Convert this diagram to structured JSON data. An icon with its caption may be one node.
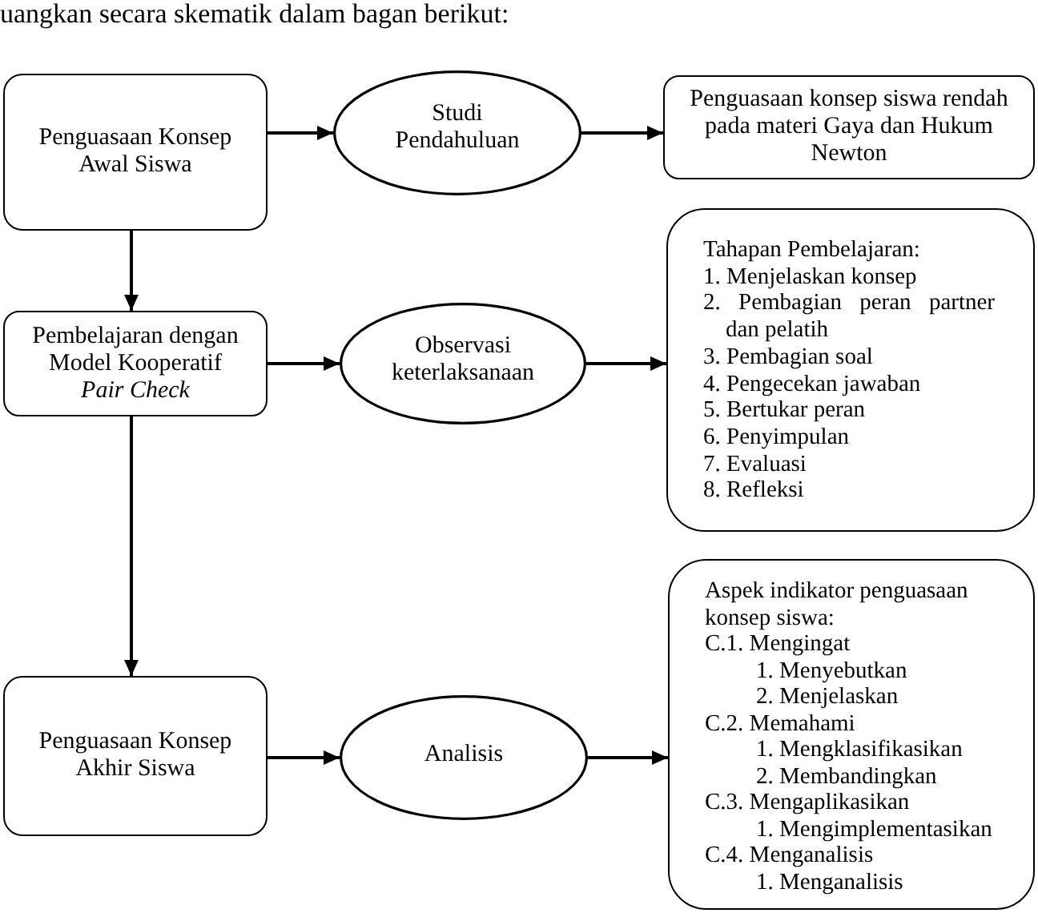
{
  "diagram": {
    "nodes": [
      {
        "text": [
          "Penguasaan Konsep Awal Siswa"
        ]
      },
      {
        "text": [
          "Studi Pendahuluan"
        ]
      },
      {
        "text": [
          "Penguasaan konsep siswa rendah pada materi Gaya dan Hukum Newton"
        ]
      },
      {
        "text": [
          "Tahapan Pembelajaran:",
          "1. Menjelaskan konsep",
          "2. Pembagian peran partner dan pelatih",
          "3. Pembagian soal",
          "4. Pengecekan jawaban",
          "5. Bertukar peran",
          "6. Penyimpulan",
          "7. Evaluasi",
          "8. Refleksi"
        ]
      },
      {
        "text": [
          "Pembelajaran dengan Model Kooperatif *Pair Check*"
        ]
      },
      {
        "text": [
          "Observasi keterlaksanaan"
        ]
      },
      {
        "text": [
          "Aspek indikator penguasaan konsep siswa:",
          "C.1. Mengingat",
          "1. Menyebutkan",
          "2. Menjelaskan",
          "C.2. Memahami",
          "1. Mengklasifikasikan",
          "2. Membandingkan",
          "C.3. Mengaplikasikan",
          "1. Mengimplementasikan",
          "C.4. Menganalisis",
          "1. Menganalisis"
        ]
      },
      {
        "text": [
          "Penguasaan Konsep Akhir Siswa"
        ]
      },
      {
        "text": [
          "Analisis"
        ]
      }
    ],
    "edges": [
      {
        "from": 0,
        "to": 1,
        "arrow": "to"
      },
      {
        "from": 1,
        "to": 2,
        "arrow": "to"
      },
      {
        "from": 0,
        "to": 4,
        "arrow": "to"
      },
      {
        "from": 4,
        "to": 5,
        "arrow": "to"
      },
      {
        "from": 5,
        "to": 3,
        "arrow": "to"
      },
      {
        "from": 4,
        "to": 7,
        "arrow": "to"
      },
      {
        "from": 7,
        "to": 8,
        "arrow": "to"
      },
      {
        "from": 8,
        "to": 6,
        "arrow": "to"
      }
    ],
    "labels": [
      "uangkan secara skematik dalam bagan berikut:"
    ]
  }
}
